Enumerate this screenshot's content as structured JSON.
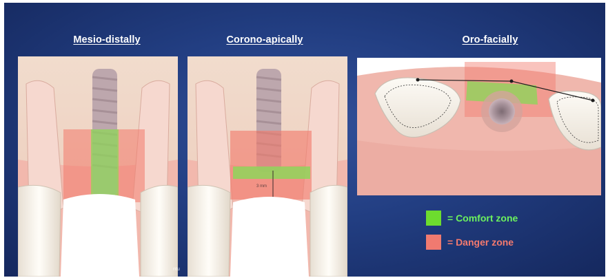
{
  "headings": {
    "mesio_distally": "Mesio-distally",
    "corono_apically": "Corono-apically",
    "oro_facially": "Oro-facially"
  },
  "legend": [
    {
      "label": "= Comfort zone",
      "color": "#6ddc2e"
    },
    {
      "label": "= Danger zone",
      "color": "#f07a70"
    }
  ],
  "measure_label": "3 mm",
  "footer_fragment": "ntu",
  "colors": {
    "background": "#223e82",
    "bone": "#eed2c2",
    "gum": "#f0b4aa",
    "comfort": "#8fd55a",
    "danger": "#f27a6c",
    "tooth": "#fbf8f2",
    "implant": "#b9a2a8"
  }
}
